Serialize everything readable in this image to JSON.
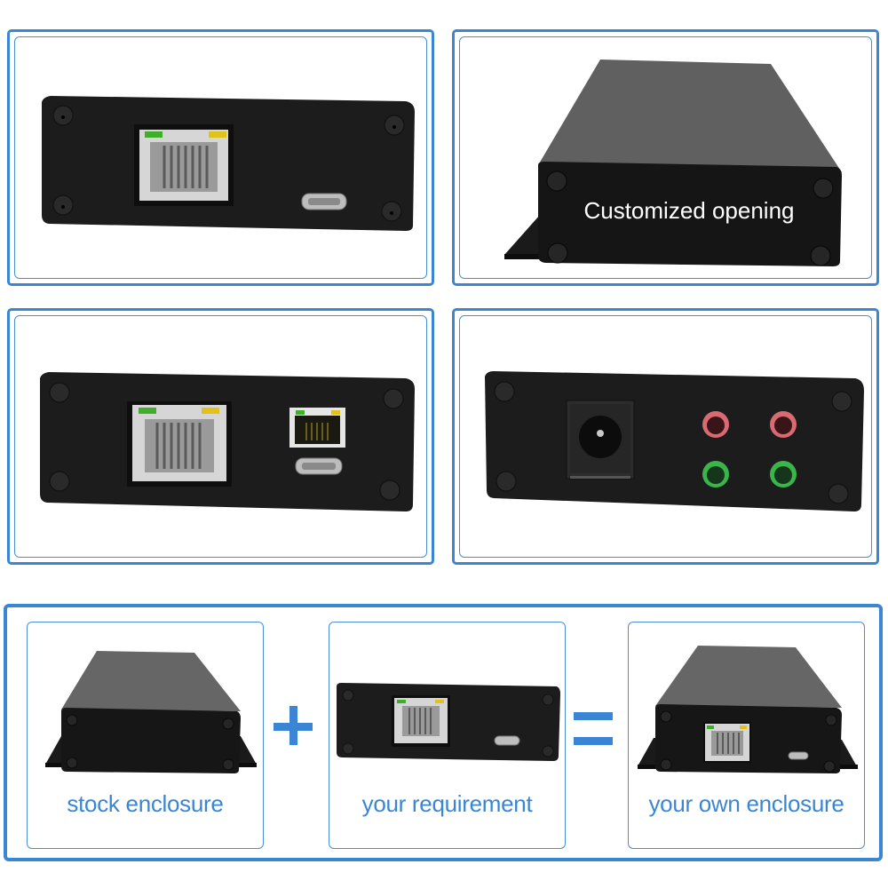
{
  "panels": [
    {
      "id": "front-panel-rj45-usb",
      "label": "",
      "ports": [
        "rj45",
        "micro-usb"
      ]
    },
    {
      "id": "enclosure-customized",
      "label": "Customized opening",
      "ports": []
    },
    {
      "id": "front-panel-dual-rj45-usb",
      "label": "",
      "ports": [
        "rj45",
        "rj45-small",
        "micro-usb"
      ]
    },
    {
      "id": "front-panel-dc-audio",
      "label": "",
      "ports": [
        "dc-jack",
        "audio-red",
        "audio-red",
        "audio-green",
        "audio-green"
      ]
    }
  ],
  "equation": {
    "cards": [
      {
        "caption": "stock enclosure"
      },
      {
        "caption": "your requirement"
      },
      {
        "caption": "your own enclosure"
      }
    ],
    "operators": {
      "plus": "+",
      "equals": "="
    }
  },
  "colors": {
    "accent": "#3a86d4",
    "panel_black": "#1c1c1c",
    "led_green": "#3fae2a",
    "led_yellow": "#e0c21a",
    "audio_red": "#d86a72",
    "audio_green": "#39b54a"
  }
}
